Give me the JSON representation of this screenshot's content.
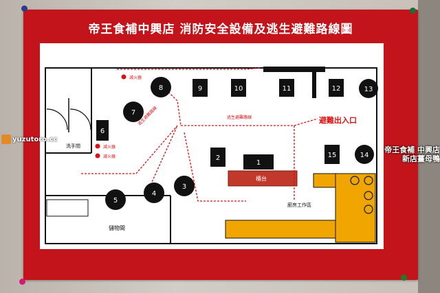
{
  "title": "帝王食補中興店  消防安全設備及逃生避難路線圖",
  "watermark_left": "yuzutoro.cc",
  "watermark_right": {
    "line1": "帝王食補 中興店",
    "line2": "新店薑母鴨"
  },
  "map": {
    "exit_label": "避難出入口",
    "counter_label": "櫃台",
    "wash_label": "洗手間",
    "storage_label": "儲物間",
    "kitchen_label": "廚房工作區",
    "extinguisher_label": "滅火器",
    "route_label": "逃生避難路線",
    "tables": [
      "1",
      "2",
      "3",
      "4",
      "5",
      "6",
      "7",
      "8",
      "9",
      "10",
      "11",
      "12",
      "13",
      "14",
      "15"
    ]
  },
  "colors": {
    "poster": "#c3141b",
    "exit": "#e01010",
    "route": "#e01010",
    "counter": "#c0392b",
    "kitchen": "#f0a500"
  }
}
